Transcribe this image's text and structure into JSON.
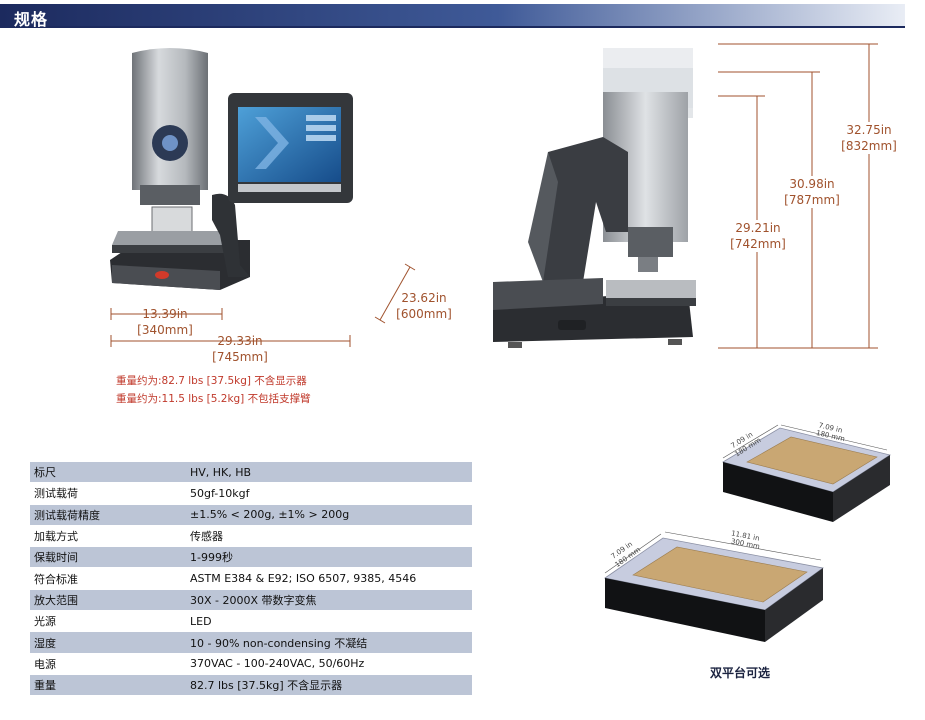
{
  "header": {
    "title": "规格"
  },
  "dimensions": {
    "width_stage_in": "13.39in",
    "width_stage_mm": "[340mm]",
    "width_total_in": "29.33in",
    "width_total_mm": "[745mm]",
    "depth_in": "23.62in",
    "depth_mm": "[600mm]",
    "height1_in": "29.21in",
    "height1_mm": "[742mm]",
    "height2_in": "30.98in",
    "height2_mm": "[787mm]",
    "height3_in": "32.75in",
    "height3_mm": "[832mm]"
  },
  "weight_notes": [
    "重量约为:82.7 lbs [37.5kg] 不含显示器",
    "重量约为:11.5 lbs [5.2kg] 不包括支撑臂"
  ],
  "platforms": {
    "small": {
      "width_in": "7.09 in",
      "width_mm": "180 mm",
      "depth_in": "7.09 in",
      "depth_mm": "180 mm"
    },
    "large": {
      "width_in": "11.81 in",
      "width_mm": "300 mm",
      "depth_in": "7.09 in",
      "depth_mm": "180 mm"
    },
    "caption": "双平台可选"
  },
  "specs": [
    {
      "label": "标尺",
      "value": "HV, HK, HB"
    },
    {
      "label": "测试载荷",
      "value": "50gf-10kgf"
    },
    {
      "label": "测试载荷精度",
      "value": "±1.5% < 200g, ±1% > 200g"
    },
    {
      "label": "加载方式",
      "value": "传感器"
    },
    {
      "label": "保载时间",
      "value": "1-999秒"
    },
    {
      "label": "符合标准",
      "value": "ASTM E384 & E92; ISO 6507, 9385, 4546"
    },
    {
      "label": "放大范围",
      "value": "30X - 2000X 带数字变焦"
    },
    {
      "label": "光源",
      "value": "LED"
    },
    {
      "label": "湿度",
      "value": "10 - 90% non-condensing 不凝结"
    },
    {
      "label": "电源",
      "value": "370VAC - 100-240VAC, 50/60Hz"
    },
    {
      "label": "重量",
      "value": "82.7 lbs [37.5kg] 不含显示器"
    }
  ],
  "colors": {
    "header_dark": "#1c2a5e",
    "header_mid": "#3f5a98",
    "dimension": "#a0522d",
    "row_shade": "#bcc5d6",
    "platform_wood": "#c9a773",
    "platform_plate": "#c7ccdf"
  }
}
